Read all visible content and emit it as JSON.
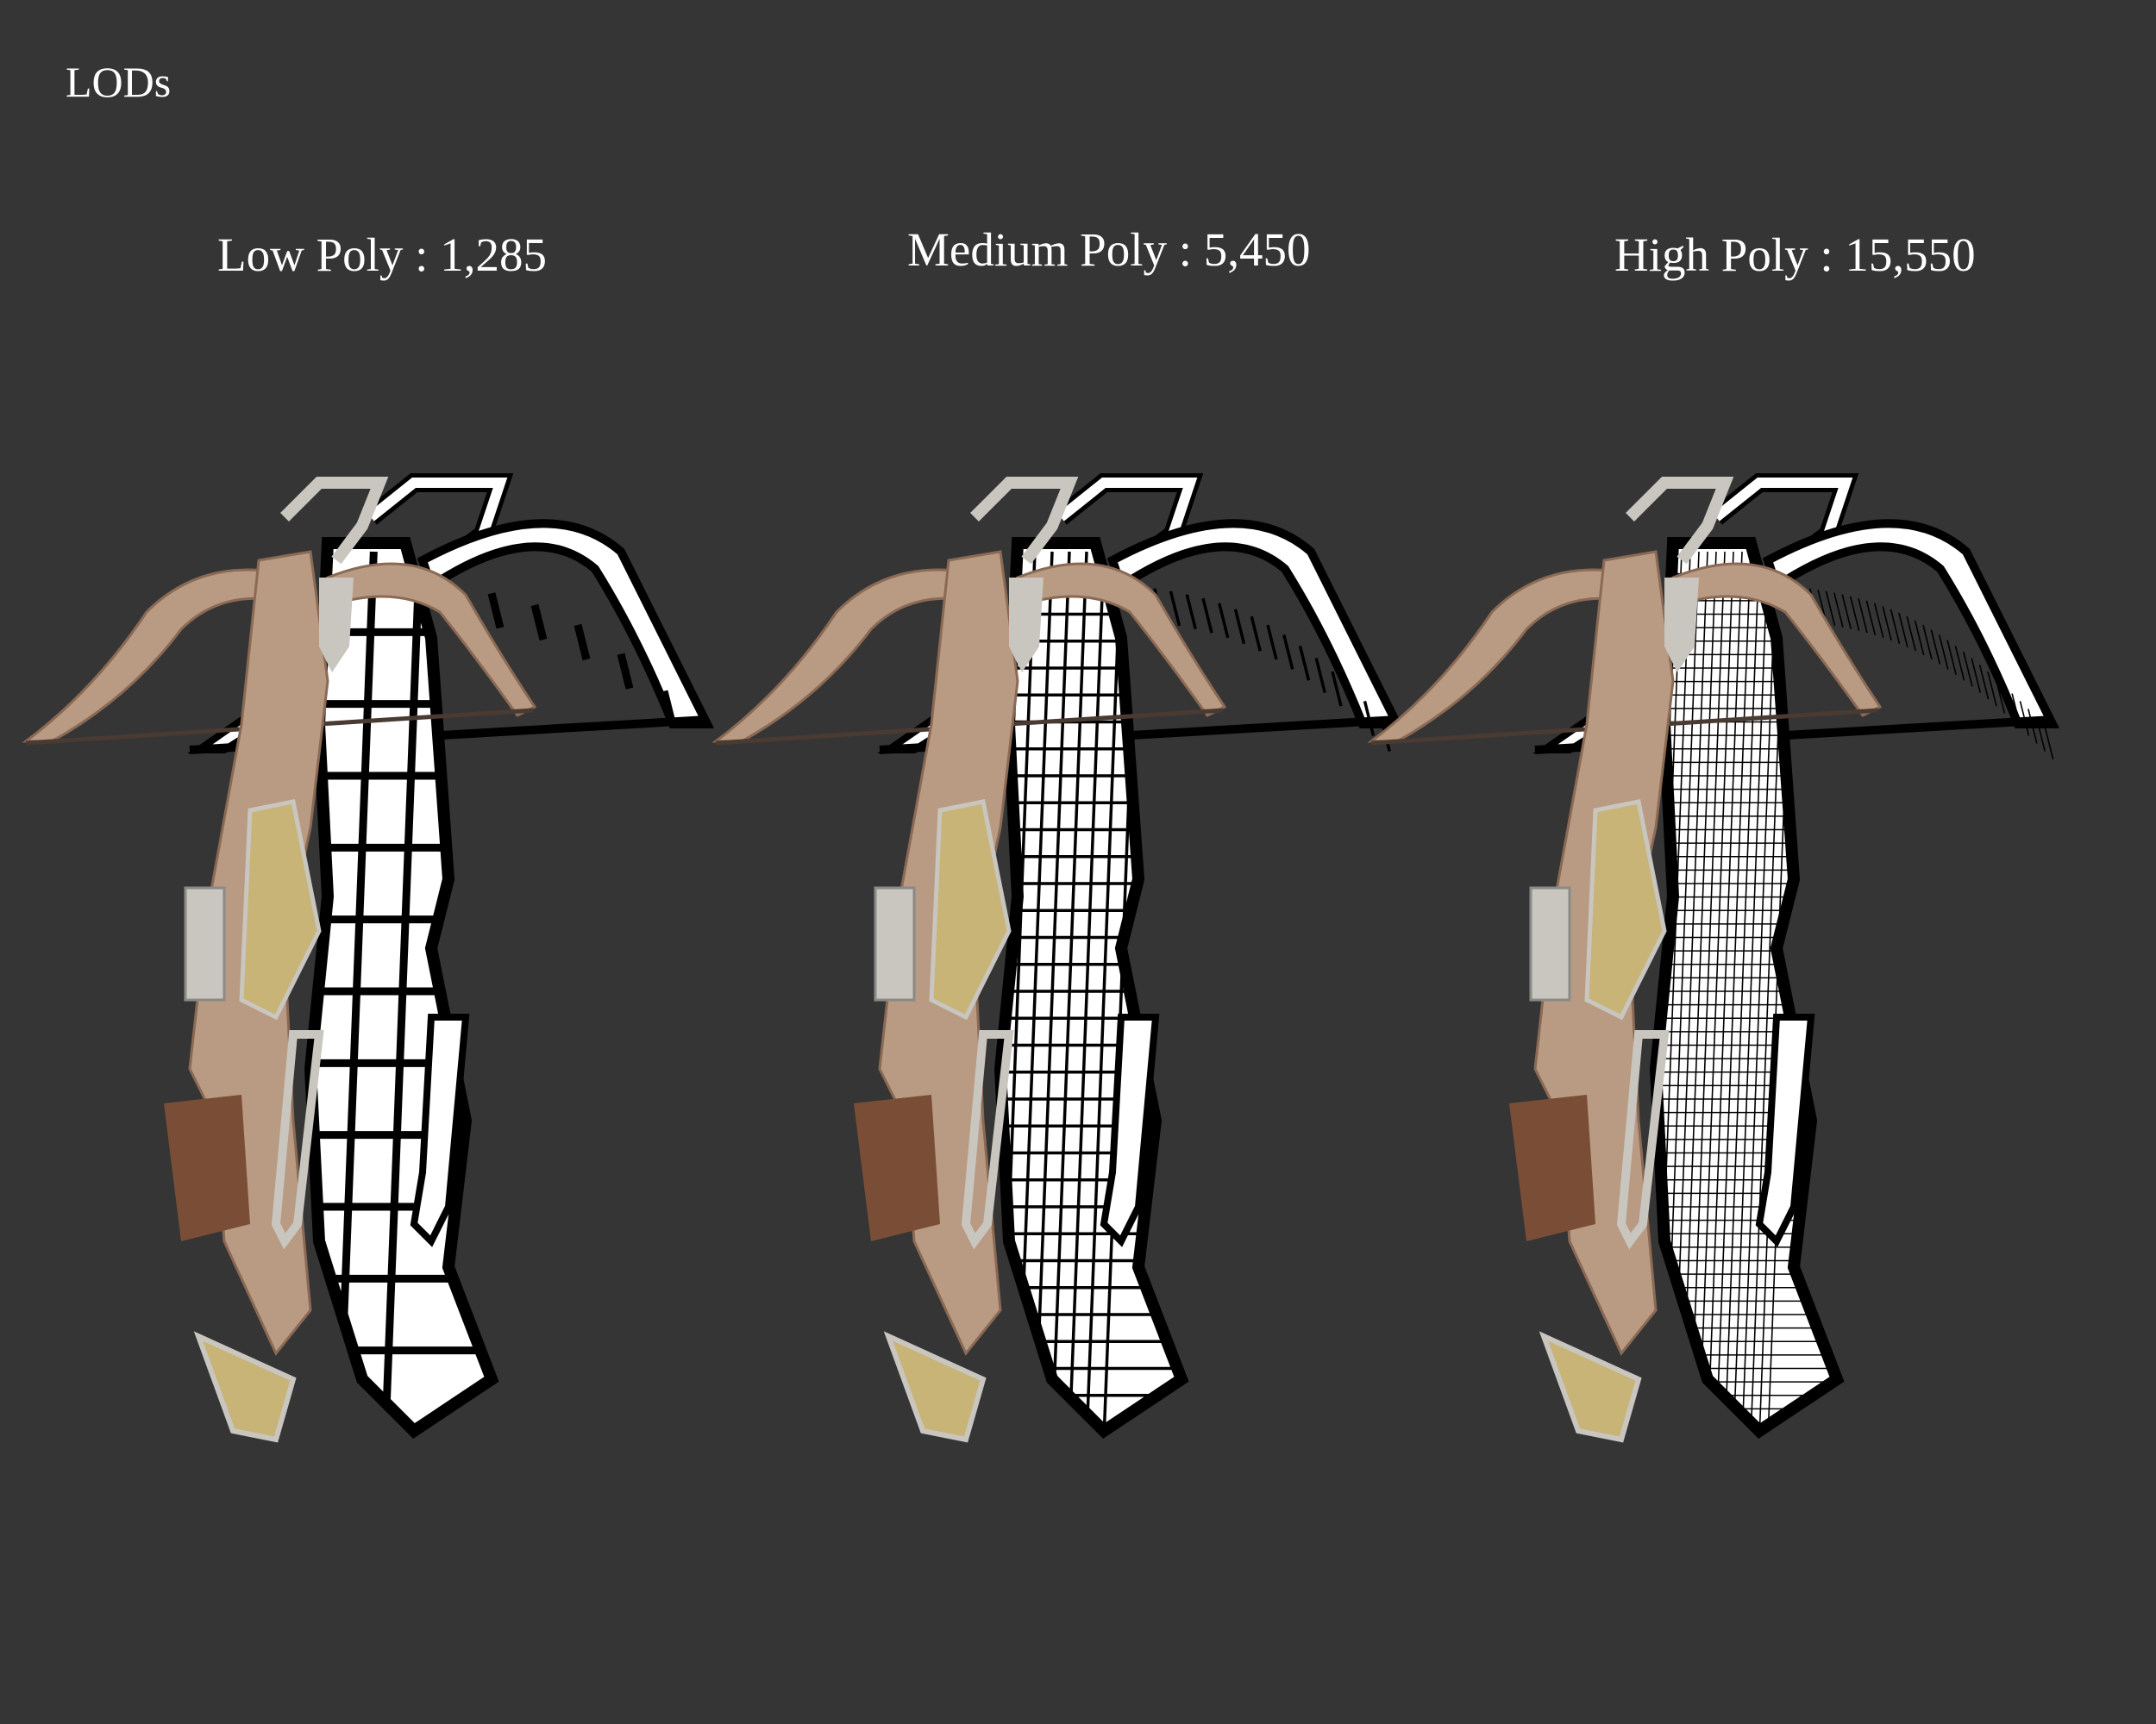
{
  "page": {
    "title": "LODs",
    "background": "#353535",
    "text_color": "#ffffff"
  },
  "lods": [
    {
      "name": "Low Poly",
      "separator": " : ",
      "poly_count": "1,285",
      "label": "Low Poly : 1,285",
      "wire_density": 6,
      "wire_stroke": 9
    },
    {
      "name": "Medium Poly",
      "separator": " : ",
      "poly_count": "5,450",
      "label": "Medium Poly : 5,450",
      "wire_density": 16,
      "wire_stroke": 3.5
    },
    {
      "name": "High Poly",
      "separator": " : ",
      "poly_count": "15,550",
      "label": "High Poly : 15,550",
      "wire_density": 32,
      "wire_stroke": 1.6
    }
  ],
  "colors": {
    "wood": "#b99a82",
    "wood_dark": "#8a6a55",
    "leather": "#7a4e36",
    "silver": "#c9c6c0",
    "gold": "#c8b477",
    "string": "#4a3b32",
    "wire_fill": "#ffffff",
    "wire_line": "#000000"
  }
}
